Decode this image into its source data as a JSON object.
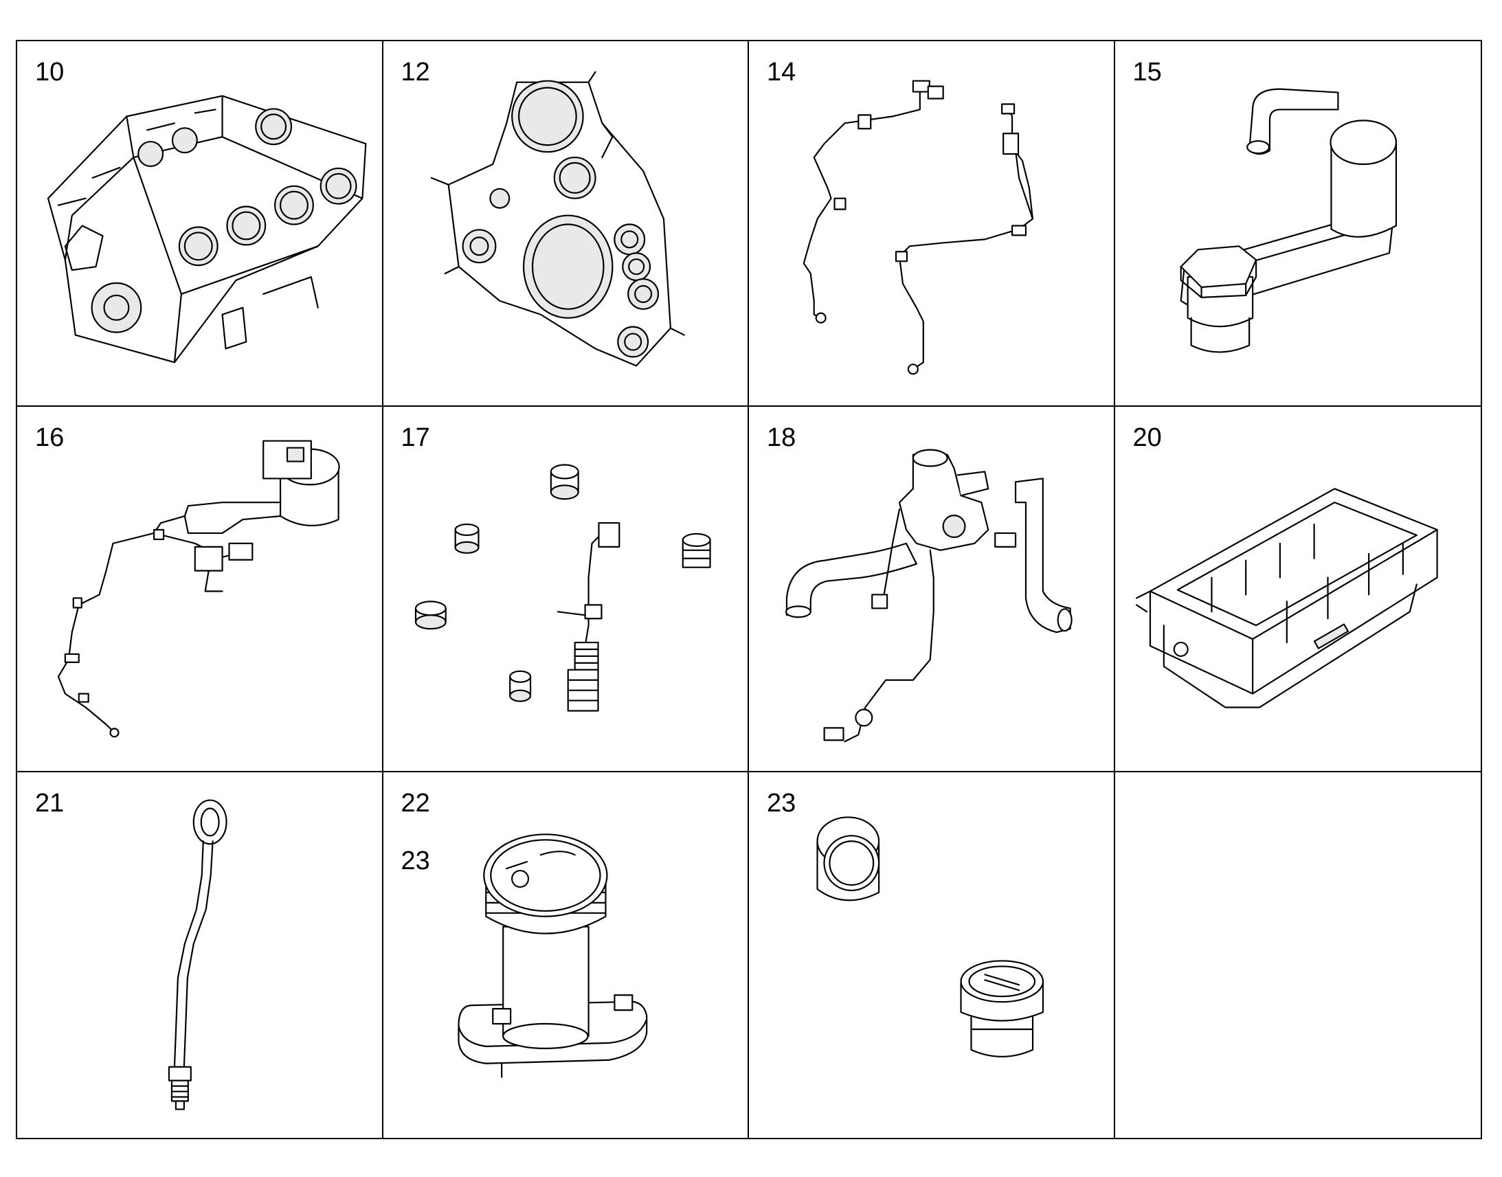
{
  "panels": [
    {
      "labels": [
        "10"
      ],
      "icon": "engine-block"
    },
    {
      "labels": [
        "12"
      ],
      "icon": "timing-case-cover"
    },
    {
      "labels": [
        "14"
      ],
      "icon": "pipe-lines"
    },
    {
      "labels": [
        "15"
      ],
      "icon": "oil-filter-housing"
    },
    {
      "labels": [
        "16"
      ],
      "icon": "oil-separator-with-lines"
    },
    {
      "labels": [
        "17"
      ],
      "icon": "plugs-and-fitting"
    },
    {
      "labels": [
        "18"
      ],
      "icon": "pump-with-hoses"
    },
    {
      "labels": [
        "20"
      ],
      "icon": "oil-pan"
    },
    {
      "labels": [
        "21"
      ],
      "icon": "dipstick"
    },
    {
      "labels": [
        "22",
        "23"
      ],
      "icon": "oil-filler-neck"
    },
    {
      "labels": [
        "23"
      ],
      "icon": "screw-plugs"
    },
    {
      "labels": [],
      "icon": "empty"
    }
  ]
}
